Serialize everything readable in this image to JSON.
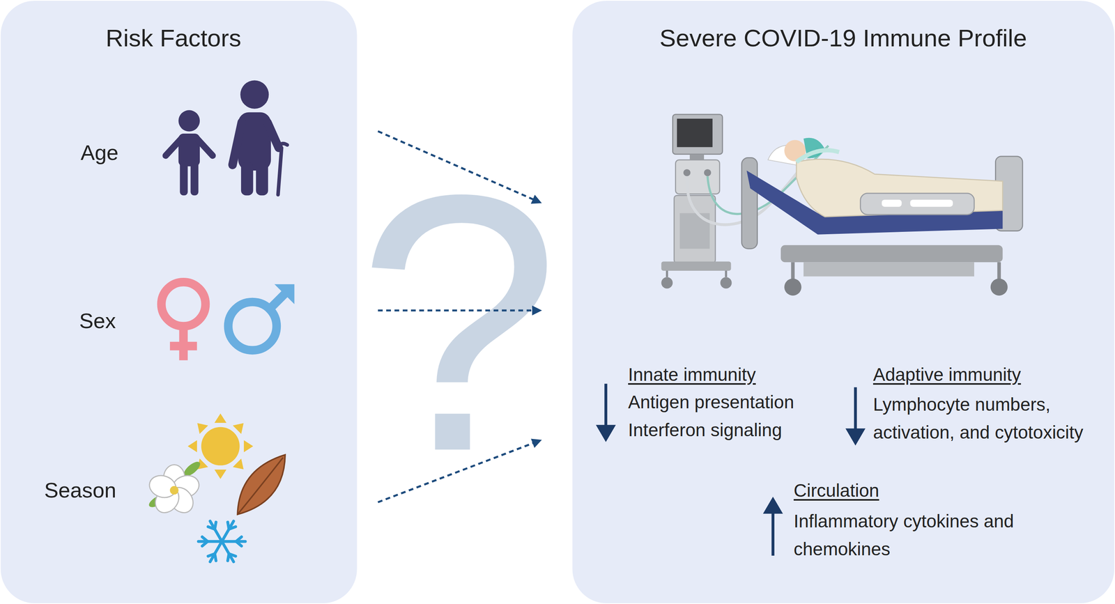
{
  "diagram": {
    "nodes": [
      {
        "text": [
          "Risk Factors"
        ]
      },
      {
        "text": [
          "Severe COVID-19 Immune Profile",
          "Innate immunity",
          "Antigen presentation",
          "Interferon signaling",
          "Adaptive immunity",
          "Lymphocyte numbers, activation, and cytotoxicity",
          "Circulation",
          "Inflammatory cytokines and chemokines"
        ]
      }
    ],
    "edges": [
      {
        "from": 0,
        "to": 1,
        "arrow": "to"
      },
      {
        "from": 0,
        "to": 1,
        "arrow": "to"
      },
      {
        "from": 0,
        "to": 1,
        "arrow": "to"
      }
    ],
    "labels": [
      "Age",
      "Sex",
      "?",
      "Season"
    ]
  }
}
